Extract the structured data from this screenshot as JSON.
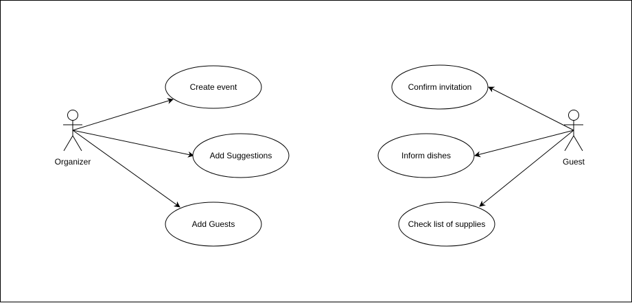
{
  "actors": {
    "organizer": {
      "label": "Organizer"
    },
    "guest": {
      "label": "Guest"
    }
  },
  "use_cases": {
    "create_event": "Create event",
    "add_suggestions": "Add Suggestions",
    "add_guests": "Add Guests",
    "confirm_invitation": "Confirm invitation",
    "inform_dishes": "Inform dishes",
    "check_supplies": "Check list of supplies"
  }
}
